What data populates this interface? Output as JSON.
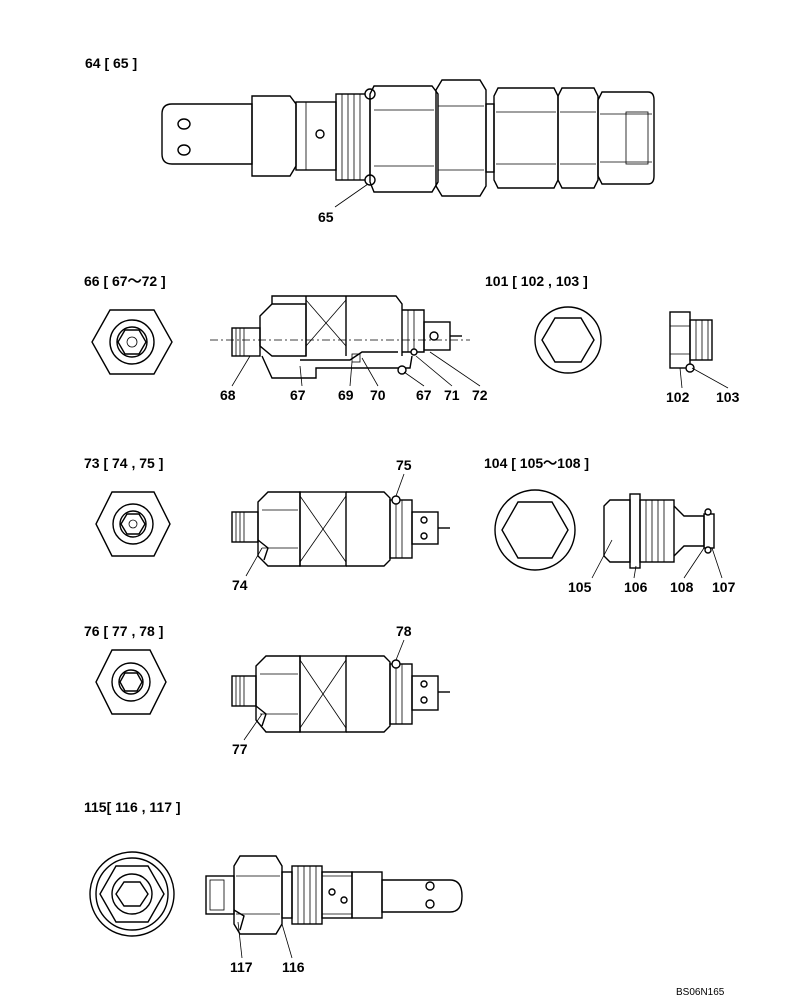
{
  "groups": [
    {
      "title": "64 [ 65 ]",
      "labels": [
        "65"
      ]
    },
    {
      "title": "66 [ 67～72 ]",
      "labels": [
        "68",
        "67",
        "69",
        "70",
        "67",
        "71",
        "72"
      ]
    },
    {
      "title": "101 [ 102 , 103 ]",
      "labels": [
        "102",
        "103"
      ]
    },
    {
      "title": "73 [ 74 , 75 ]",
      "labels": [
        "75",
        "74"
      ]
    },
    {
      "title": "104 [ 105～108 ]",
      "labels": [
        "105",
        "106",
        "108",
        "107"
      ]
    },
    {
      "title": "76 [ 77 , 78 ]",
      "labels": [
        "78",
        "77"
      ]
    },
    {
      "title": "115[ 116 , 117 ]",
      "labels": [
        "117",
        "116"
      ]
    }
  ],
  "reference": "BS06N165"
}
